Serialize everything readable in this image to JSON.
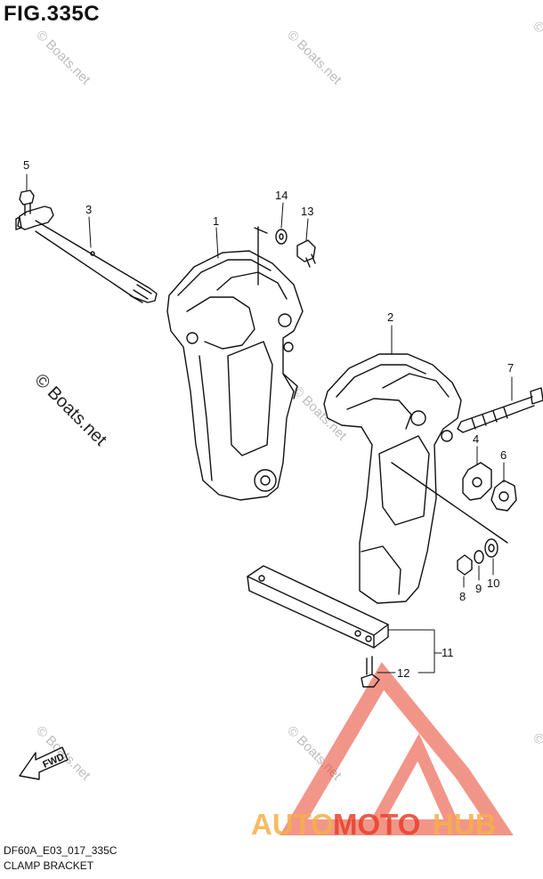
{
  "figure": {
    "title": "FIG.335C",
    "code": "DF60A_E03_017_335C",
    "caption": "CLAMP BRACKET"
  },
  "callouts": [
    "1",
    "2",
    "3",
    "4",
    "5",
    "6",
    "7",
    "8",
    "9",
    "10",
    "11",
    "12",
    "13",
    "14"
  ],
  "watermark": {
    "text": "© Boats.net",
    "brand_part1": "AUTO",
    "brand_part2": "MOTO",
    "brand_part3": "HUB",
    "brand_color_light": "#f5b04a",
    "brand_color_dark": "#e8402a"
  },
  "fwd_label": "FWD"
}
